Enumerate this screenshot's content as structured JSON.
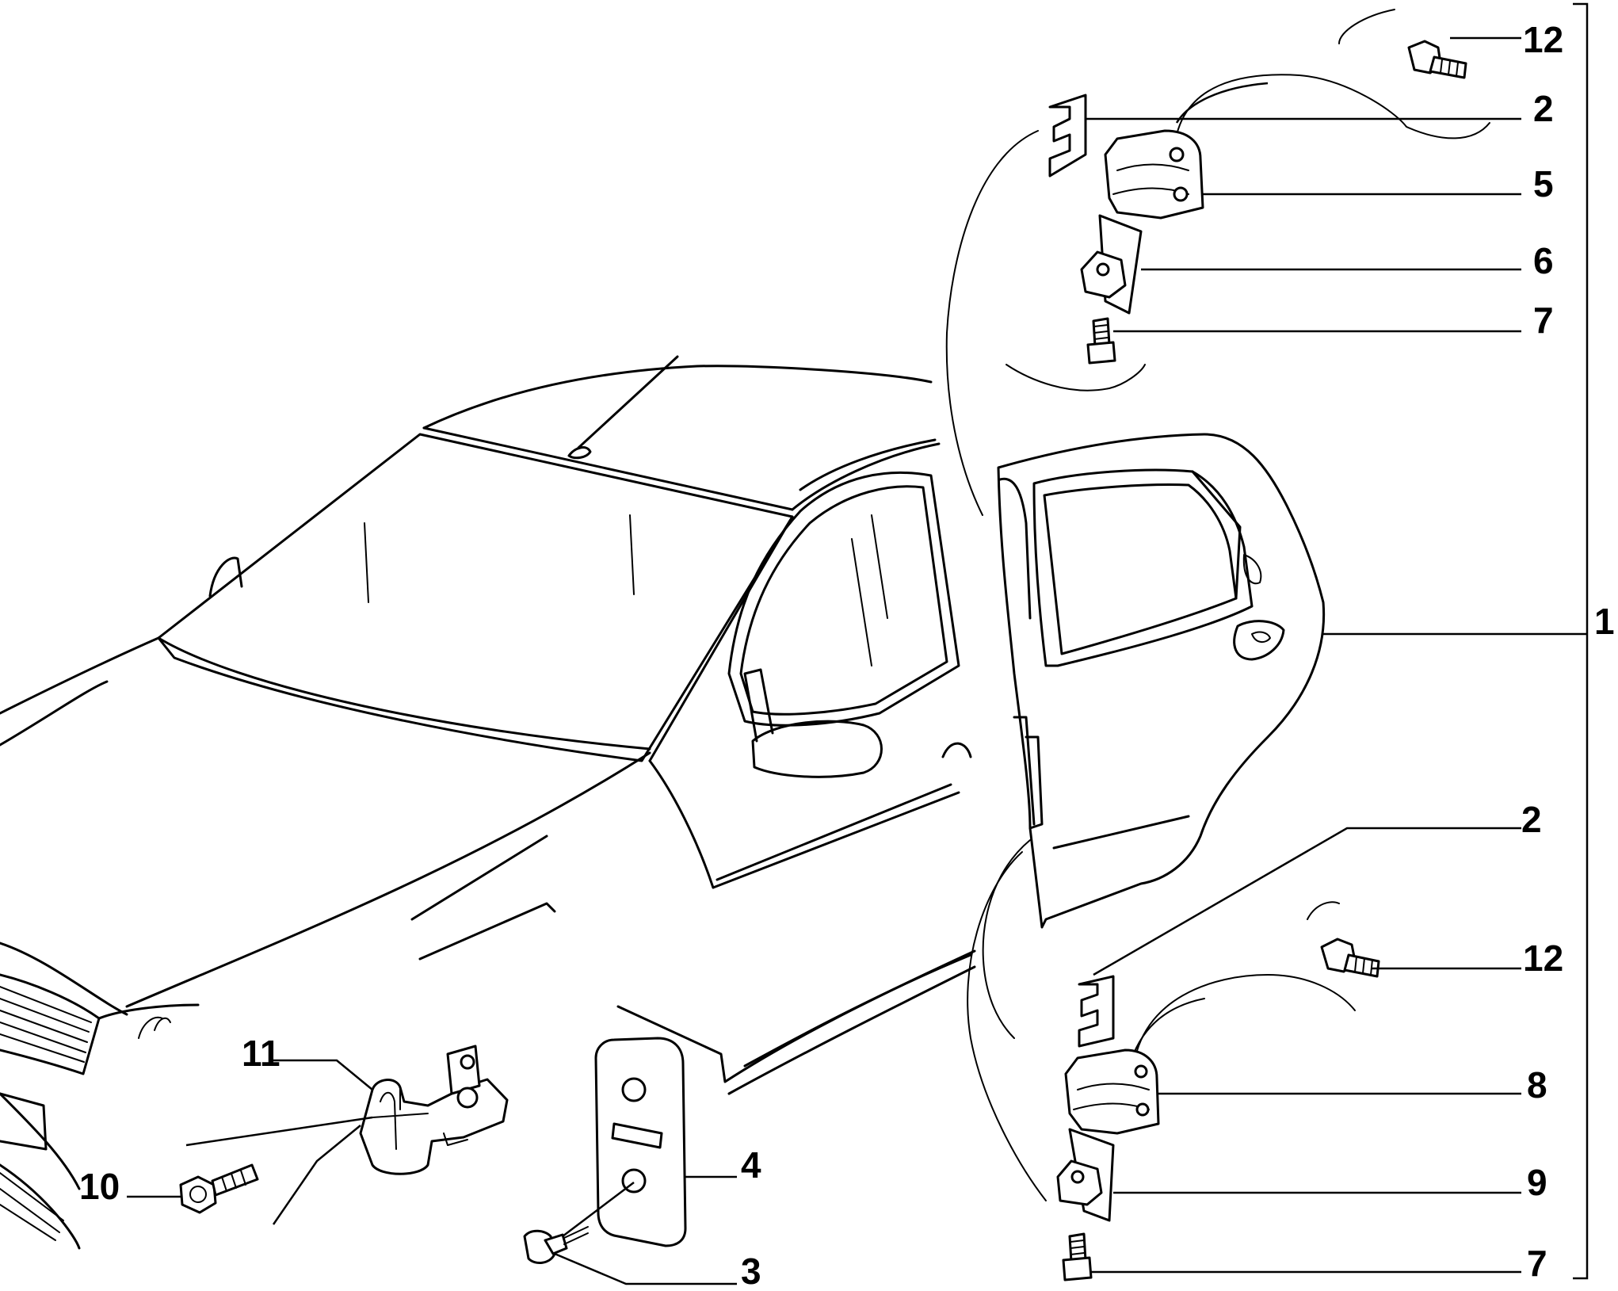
{
  "diagram": {
    "callouts": [
      {
        "id": "c12a",
        "text": "12"
      },
      {
        "id": "c2a",
        "text": "2"
      },
      {
        "id": "c5",
        "text": "5"
      },
      {
        "id": "c6",
        "text": "6"
      },
      {
        "id": "c7a",
        "text": "7"
      },
      {
        "id": "c1",
        "text": "1"
      },
      {
        "id": "c2b",
        "text": "2"
      },
      {
        "id": "c12b",
        "text": "12"
      },
      {
        "id": "c8",
        "text": "8"
      },
      {
        "id": "c9",
        "text": "9"
      },
      {
        "id": "c7b",
        "text": "7"
      },
      {
        "id": "c11",
        "text": "11"
      },
      {
        "id": "c10",
        "text": "10"
      },
      {
        "id": "c4",
        "text": "4"
      },
      {
        "id": "c3",
        "text": "3"
      }
    ]
  }
}
